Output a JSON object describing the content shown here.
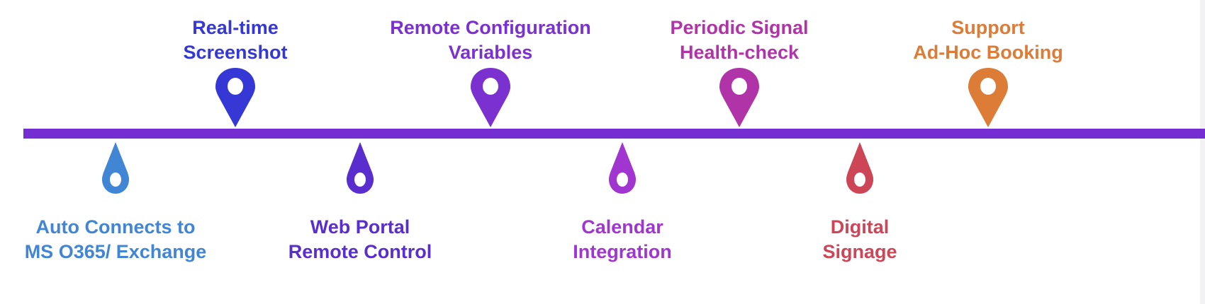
{
  "top_items": [
    {
      "lines": [
        "Real-time",
        "Screenshot"
      ],
      "color": "#3538d4",
      "icon": "map-pin-icon"
    },
    {
      "lines": [
        "Remote Configuration",
        "Variables"
      ],
      "color": "#7b30d0",
      "icon": "map-pin-icon"
    },
    {
      "lines": [
        "Periodic Signal",
        "Health-check"
      ],
      "color": "#b034a8",
      "icon": "map-pin-icon"
    },
    {
      "lines": [
        "Support",
        "Ad-Hoc Booking"
      ],
      "color": "#dc7c36",
      "icon": "map-pin-icon"
    }
  ],
  "bottom_items": [
    {
      "lines": [
        "Auto Connects to",
        "MS O365/ Exchange"
      ],
      "color": "#4185d5",
      "icon": "drop-pin-icon"
    },
    {
      "lines": [
        "Web Portal",
        "Remote Control"
      ],
      "color": "#5a2dce",
      "icon": "drop-pin-icon"
    },
    {
      "lines": [
        "Calendar",
        "Integration"
      ],
      "color": "#a035d0",
      "icon": "drop-pin-icon"
    },
    {
      "lines": [
        "Digital",
        "Signage"
      ],
      "color": "#cc4657",
      "icon": "drop-pin-icon"
    }
  ],
  "timeline_color": "#742ed2"
}
